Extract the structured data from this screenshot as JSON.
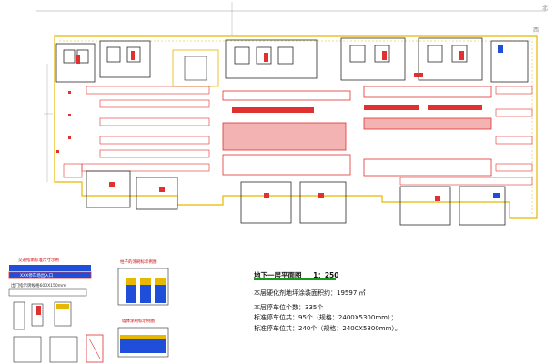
{
  "plan": {
    "title": "地下一层平面图",
    "scale": "1：250",
    "area_line": "本层硬化剂地坪涂装面积约：19597 ㎡",
    "count_line": "本层停车位个数：335个",
    "std_line_1": "标准停车位共：95个（规格：2400X5300mm）；",
    "std_line_2": "标准停车位共：240个（规格：2400X5800mm）。"
  },
  "legend": {
    "panel_a_title": "交通指南标准尺寸示例",
    "panel_a_sign": "XXX停车场出入口",
    "panel_a_caption": "出门指示牌规格600X150mm",
    "panel_b_title": "柱子的涂刷标示例图",
    "panel_c_title": "墙体涂刷标示例图"
  },
  "compass": {
    "north": "北",
    "west": "西"
  },
  "colors": {
    "parking_red": "#e03030",
    "outline_yellow": "#e6b800",
    "building_dark": "#2a2a2a",
    "accent_green": "#1a9a1a",
    "accent_blue": "#1f4fd8"
  }
}
